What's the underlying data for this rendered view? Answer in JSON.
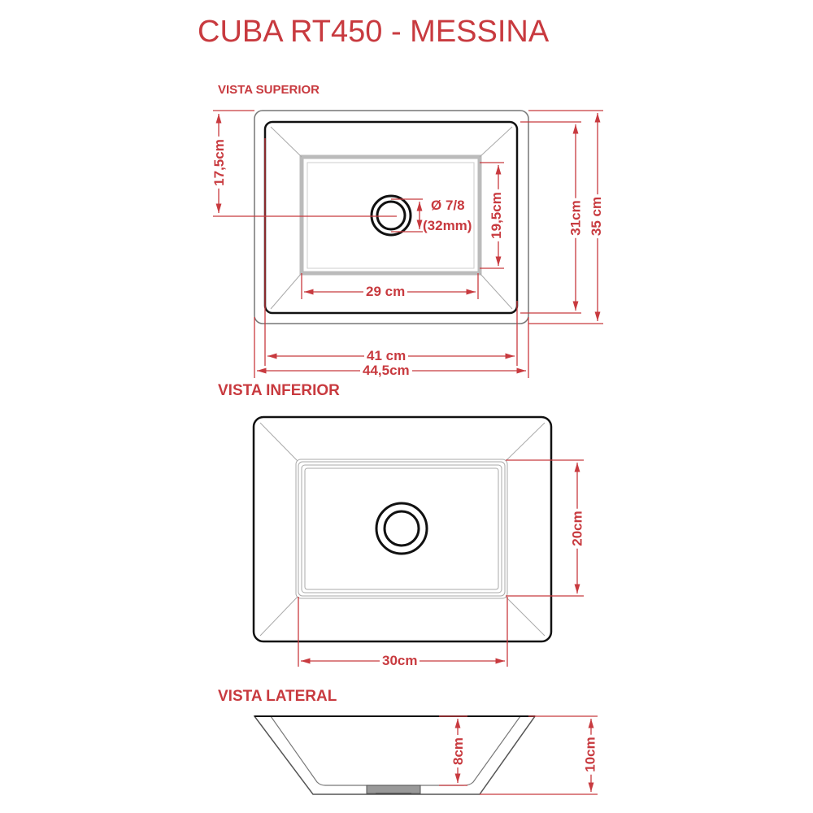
{
  "title": "CUBA RT450 - MESSINA",
  "colors": {
    "accent": "#c83a3f",
    "outline": "#222222",
    "inner": "#bbbbbb"
  },
  "views": {
    "superior": {
      "label": "VISTA SUPERIOR",
      "dims": {
        "offset_17_5": "17,5cm",
        "drain": "Ø 7/8",
        "drain_mm": "(32mm)",
        "inner_height": "19,5cm",
        "inner_width": "29 cm",
        "height_31": "31cm",
        "height_35": "35 cm",
        "width_41": "41 cm",
        "width_44_5": "44,5cm"
      }
    },
    "inferior": {
      "label": "VISTA INFERIOR",
      "dims": {
        "inner_height": "20cm",
        "inner_width": "30cm"
      }
    },
    "lateral": {
      "label": "VISTA LATERAL",
      "dims": {
        "inner_depth": "8cm",
        "total_height": "10cm"
      }
    }
  }
}
